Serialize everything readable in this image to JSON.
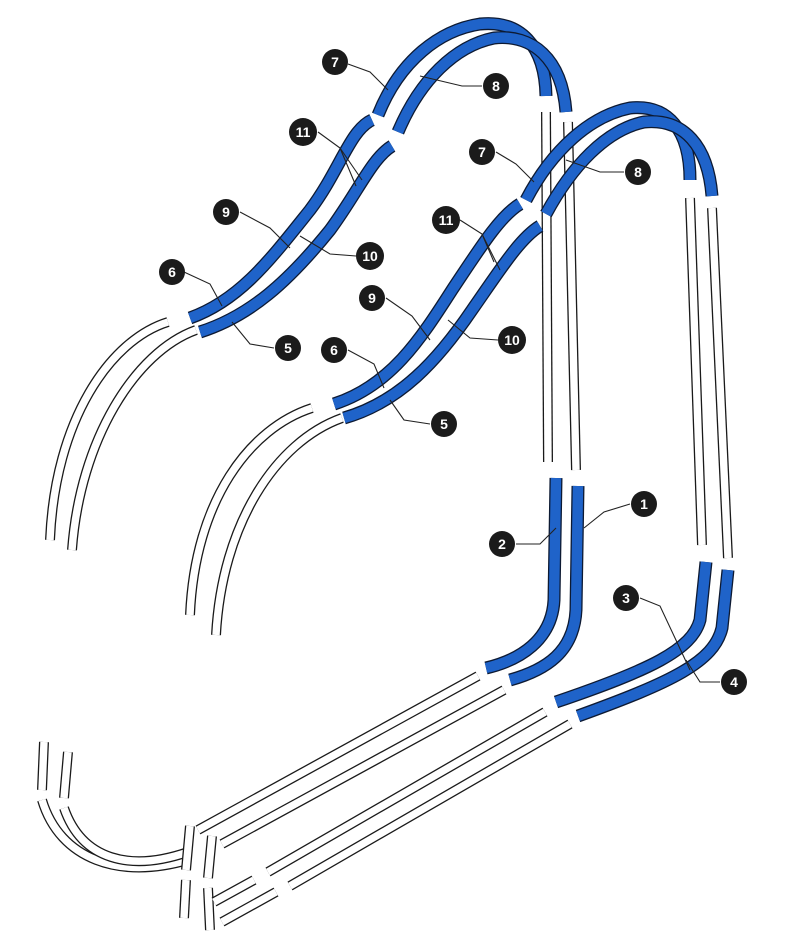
{
  "callouts": [
    {
      "id": "c7a",
      "label": "7"
    },
    {
      "id": "c8a",
      "label": "8"
    },
    {
      "id": "c11a",
      "label": "11"
    },
    {
      "id": "c9a",
      "label": "9"
    },
    {
      "id": "c10a",
      "label": "10"
    },
    {
      "id": "c6a",
      "label": "6"
    },
    {
      "id": "c5a",
      "label": "5"
    },
    {
      "id": "c7b",
      "label": "7"
    },
    {
      "id": "c8b",
      "label": "8"
    },
    {
      "id": "c11b",
      "label": "11"
    },
    {
      "id": "c9b",
      "label": "9"
    },
    {
      "id": "c10b",
      "label": "10"
    },
    {
      "id": "c6b",
      "label": "6"
    },
    {
      "id": "c5b",
      "label": "5"
    },
    {
      "id": "c1",
      "label": "1"
    },
    {
      "id": "c2",
      "label": "2"
    },
    {
      "id": "c3",
      "label": "3"
    },
    {
      "id": "c4",
      "label": "4"
    }
  ],
  "colors": {
    "highlight": "#1f63c9",
    "outline": "#1a1a1a",
    "background": "#ffffff"
  }
}
